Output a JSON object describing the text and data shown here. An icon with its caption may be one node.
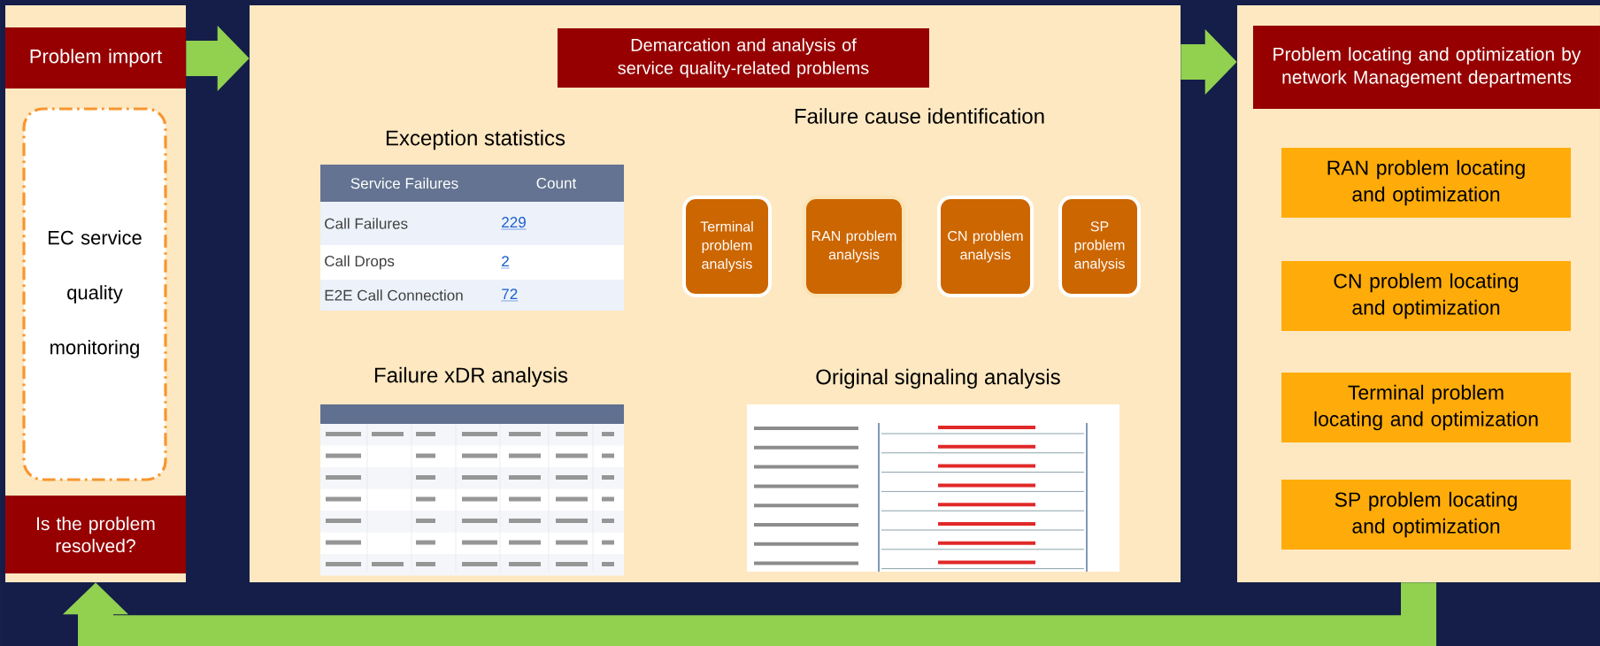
{
  "diagram": {
    "nodes": [
      {
        "text": [],
        "shape": "box"
      },
      {
        "text": [
          "Problem import"
        ],
        "in": 0
      },
      {
        "text": [
          "EC service quality monitoring"
        ],
        "in": 0
      },
      {
        "text": [
          "Is the problem resolved?"
        ],
        "in": 0
      },
      {
        "text": [],
        "shape": "box"
      },
      {
        "text": [
          "Demarcation and analysis of service quality-related problems"
        ],
        "in": 4
      },
      {
        "text": [
          "Terminal problem analysis"
        ],
        "in": 4
      },
      {
        "text": [
          "RAN problem analysis"
        ],
        "in": 4
      },
      {
        "text": [
          "CN problem analysis"
        ],
        "in": 4
      },
      {
        "text": [
          "SP problem analysis"
        ],
        "in": 4
      },
      {
        "text": [],
        "shape": "box"
      },
      {
        "text": [
          "Problem locating and optimization by network Management departments"
        ],
        "in": 10
      },
      {
        "text": [
          "RAN problem locating and optimization"
        ],
        "in": 10
      },
      {
        "text": [
          "CN problem locating and optimization"
        ],
        "in": 10
      },
      {
        "text": [
          "Terminal problem locating and optimization"
        ],
        "in": 10
      },
      {
        "text": [
          "SP problem locating and optimization"
        ],
        "in": 10
      }
    ],
    "edges": [
      {
        "from": 1,
        "to": 4,
        "arrow": "to"
      },
      {
        "from": 4,
        "to": 10,
        "arrow": "to"
      },
      {
        "from": 10,
        "to": 0,
        "arrow": "to"
      }
    ],
    "labels": [
      "Exception statistics",
      "Service Failures",
      "Count",
      "Call Failures",
      "229",
      "Call Drops",
      "2",
      "E2E Call Connection",
      "72",
      "Failure cause identification",
      "Failure xDR analysis",
      "Original signaling analysis"
    ]
  }
}
